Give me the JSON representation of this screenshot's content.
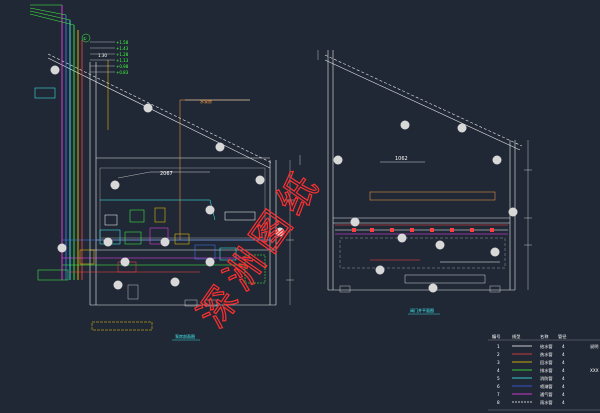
{
  "left_drawing": {
    "axis_marker": "①",
    "elevation_labels": [
      "+1.58",
      "+1.43",
      "+1.28",
      "+1.13",
      "+0.98",
      "+0.83"
    ],
    "dim_label": "1.30",
    "room_label": "2067",
    "upper_note": "水泵房",
    "bottom_caption": "泵房剖面图"
  },
  "right_drawing": {
    "room_label": "1062",
    "bottom_caption": "阀门井平面图"
  },
  "watermark": "深洲图纸",
  "legend": {
    "header": [
      "编号",
      "线型",
      "名称",
      "管径"
    ],
    "rows": [
      {
        "num": "1",
        "name": "给水管",
        "size": "4",
        "color": "#ffffff"
      },
      {
        "num": "2",
        "name": "热水管",
        "size": "4",
        "color": "#ff4040"
      },
      {
        "num": "3",
        "name": "回水管",
        "size": "4",
        "color": "#ffd000"
      },
      {
        "num": "4",
        "name": "排水管",
        "size": "4",
        "color": "#40ff40"
      },
      {
        "num": "5",
        "name": "消防管",
        "size": "4",
        "color": "#40ffff"
      },
      {
        "num": "6",
        "name": "喷淋管",
        "size": "4",
        "color": "#4060ff"
      },
      {
        "num": "7",
        "name": "通气管",
        "size": "4",
        "color": "#ff40ff"
      },
      {
        "num": "8",
        "name": "雨水管",
        "size": "4",
        "color": "#ffffff"
      }
    ],
    "side_notes": [
      "说明",
      "XXX"
    ]
  }
}
